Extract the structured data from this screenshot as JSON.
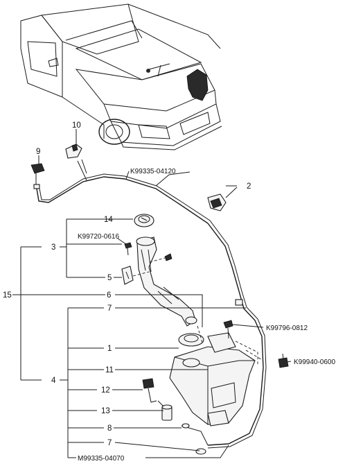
{
  "labels": {
    "n10": "10",
    "n9": "9",
    "n2": "2",
    "n14": "14",
    "n3": "3",
    "n5": "5",
    "n15": "15",
    "n6": "6",
    "n7a": "7",
    "n1": "1",
    "n11": "11",
    "n4": "4",
    "n12": "12",
    "n13": "13",
    "n8": "8",
    "n7b": "7"
  },
  "codes": {
    "hose_upper": "K99335-04120",
    "bolt_neck": "K99720-0616",
    "bolt_tank": "K99796-0812",
    "clip": "K99940-0600",
    "hose_lower": "M99335-04070"
  }
}
